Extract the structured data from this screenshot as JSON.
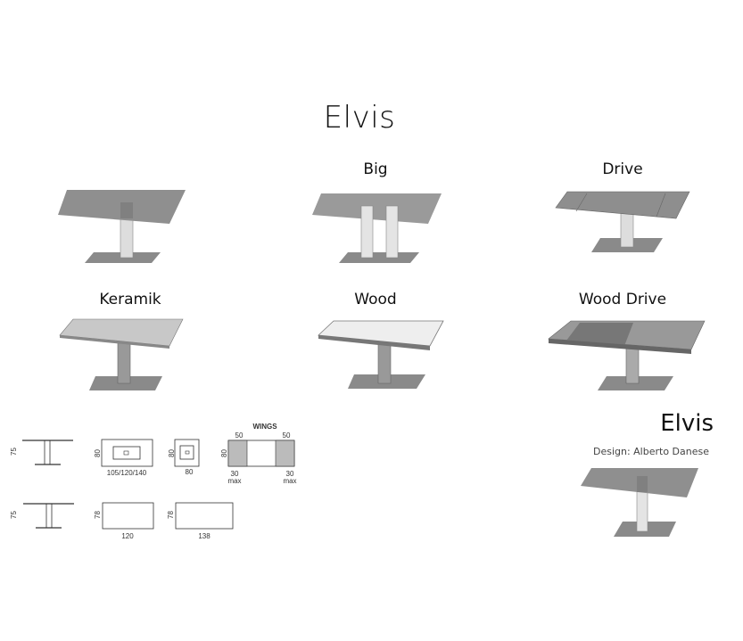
{
  "title": "Elvis",
  "variants": [
    {
      "label": ""
    },
    {
      "label": "Big"
    },
    {
      "label": "Drive"
    },
    {
      "label": "Keramik"
    },
    {
      "label": "Wood"
    },
    {
      "label": "Wood Drive"
    }
  ],
  "drawings": {
    "row1": {
      "side_height": "75",
      "rect_depth": "80",
      "rect_widths": "105/120/140",
      "square_depth": "80",
      "square_width": "80",
      "wings_title": "WINGS",
      "wings_depth": "80",
      "wing_left": "50",
      "wing_right": "50",
      "wing_min_left": "30",
      "wing_min_right": "30",
      "max_label": "max"
    },
    "row2": {
      "side_height": "75",
      "rect1_depth": "78",
      "rect1_width": "120",
      "rect2_depth": "78",
      "rect2_width": "138"
    }
  },
  "product": {
    "name": "Elvis",
    "designer": "Design: Alberto Danese"
  }
}
